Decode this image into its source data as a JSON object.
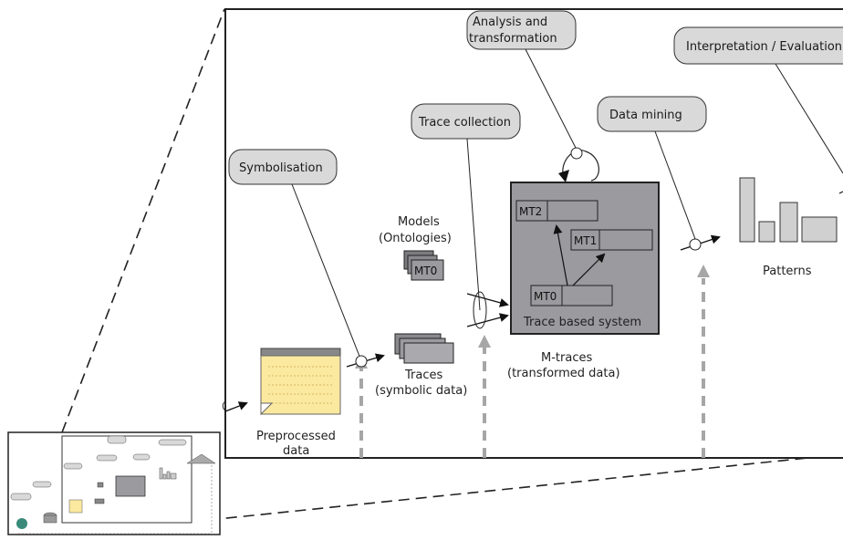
{
  "bubbles": {
    "symbolisation": "Symbolisation",
    "trace_collection": "Trace collection",
    "analysis_line1": "Analysis and",
    "analysis_line2": "transformation",
    "data_mining": "Data mining",
    "interpretation": "Interpretation / Evaluation"
  },
  "labels": {
    "preprocessed_line1": "Preprocessed",
    "preprocessed_line2": "data",
    "models_line1": "Models",
    "models_line2": "(Ontologies)",
    "traces_line1": "Traces",
    "traces_line2": "(symbolic data)",
    "mtraces_line1": "M-traces",
    "mtraces_line2": "(transformed data)",
    "patterns": "Patterns",
    "trace_based_system": "Trace based system"
  },
  "model_traces": {
    "mt0": "MT0",
    "mt1": "MT1",
    "mt2": "MT2",
    "models_mt0": "MT0"
  },
  "colors": {
    "bubble_fill": "#d9d9d9",
    "system_fill": "#9a9a9f",
    "note_fill": "#fbe9a0",
    "arrow_gray": "#a6a6a6"
  }
}
